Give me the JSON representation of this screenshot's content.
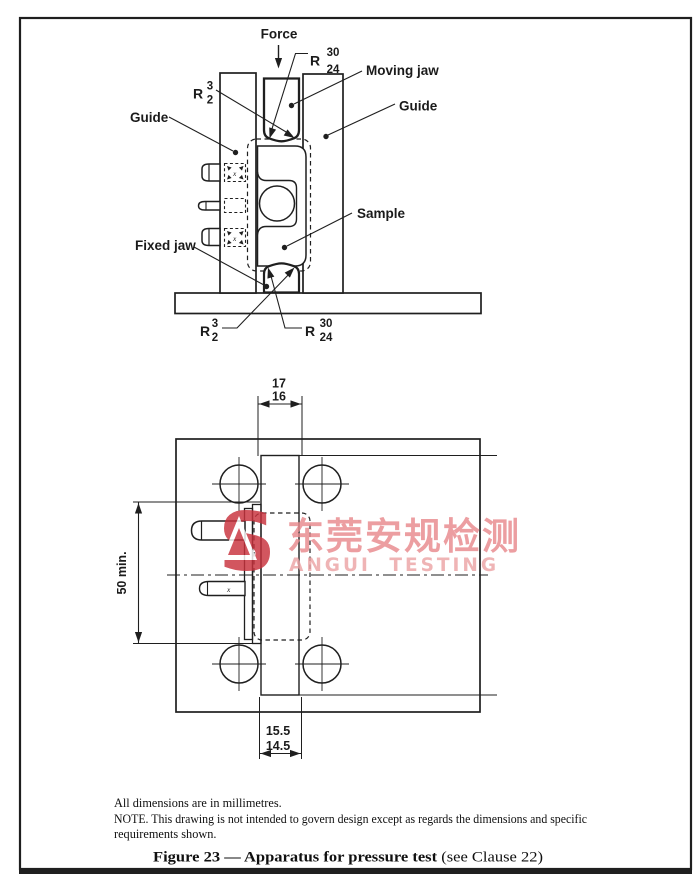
{
  "side_view": {
    "labels": {
      "force": "Force",
      "moving_jaw": "Moving jaw",
      "guide_right": "Guide",
      "guide_left": "Guide",
      "fixed_jaw": "Fixed jaw",
      "sample": "Sample"
    },
    "radii": {
      "top_left": {
        "letter": "R",
        "upper": "3",
        "lower": "2"
      },
      "top_right": {
        "letter": "R",
        "upper": "30",
        "lower": "24"
      },
      "bottom_left": {
        "letter": "R",
        "upper": "3",
        "lower": "2"
      },
      "bottom_right": {
        "letter": "R",
        "upper": "30",
        "lower": "24"
      }
    },
    "clearance_mark": "x"
  },
  "plan_view": {
    "dimensions": {
      "jaw_width_top": {
        "line1": "17",
        "line2": "16"
      },
      "jaw_width_bottom": {
        "line1": "15.5",
        "line2": "14.5"
      },
      "plate_height": "50 min."
    }
  },
  "watermark": {
    "logo_letter": "S",
    "chinese": "东莞安规检测",
    "english": "ANGUI TESTING"
  },
  "footer": {
    "dimensions_note": "All dimensions are in millimetres.",
    "note_line1": "NOTE. This drawing is not intended to govern design except as regards the dimensions and specific",
    "note_line2": "requirements shown.",
    "caption_title": "Figure 23 — Apparatus for pressure test",
    "caption_suffix": " (see Clause 22)"
  },
  "colors": {
    "ink": "#1f1f1f",
    "watermark_logo": "#c9323d",
    "watermark_text": "#e8898d",
    "watermark_text_secondary": "#eca4a6",
    "paper": "#ffffff"
  }
}
